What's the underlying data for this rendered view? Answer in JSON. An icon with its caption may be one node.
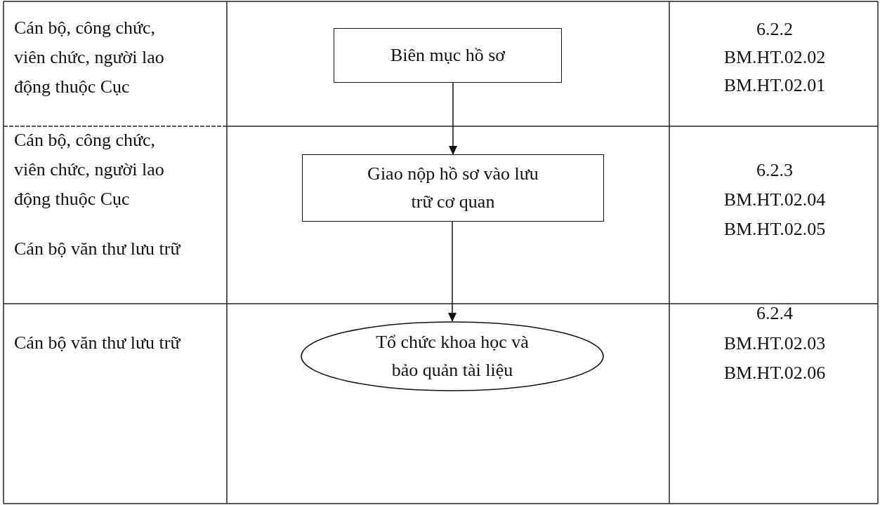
{
  "diagram": {
    "nodes": [
      {
        "text": [
          "Biên mục hồ sơ"
        ]
      },
      {
        "text": [
          "Giao nộp hồ sơ vào lưu trữ cơ quan"
        ]
      },
      {
        "text": [
          "Tổ chức khoa học và bảo quản tài liệu"
        ]
      }
    ],
    "edges": [
      {
        "from": 0,
        "to": 1,
        "arrow": "to"
      },
      {
        "from": 1,
        "to": 2,
        "arrow": "to"
      }
    ],
    "labels": [
      "Cán bộ, công chức, viên chức, người lao động thuộc Cục",
      "6.2.2",
      "BM.HT.02.02",
      "BM.HT.02.01",
      "Cán bộ, công chức, viên chức, người lao động thuộc Cục",
      "Cán bộ văn thư lưu trữ",
      "6.2.3",
      "BM.HT.02.04",
      "BM.HT.02.05",
      "Cán bộ văn thư lưu trữ",
      "6.2.4",
      "BM.HT.02.03",
      "BM.HT.02.06"
    ]
  }
}
